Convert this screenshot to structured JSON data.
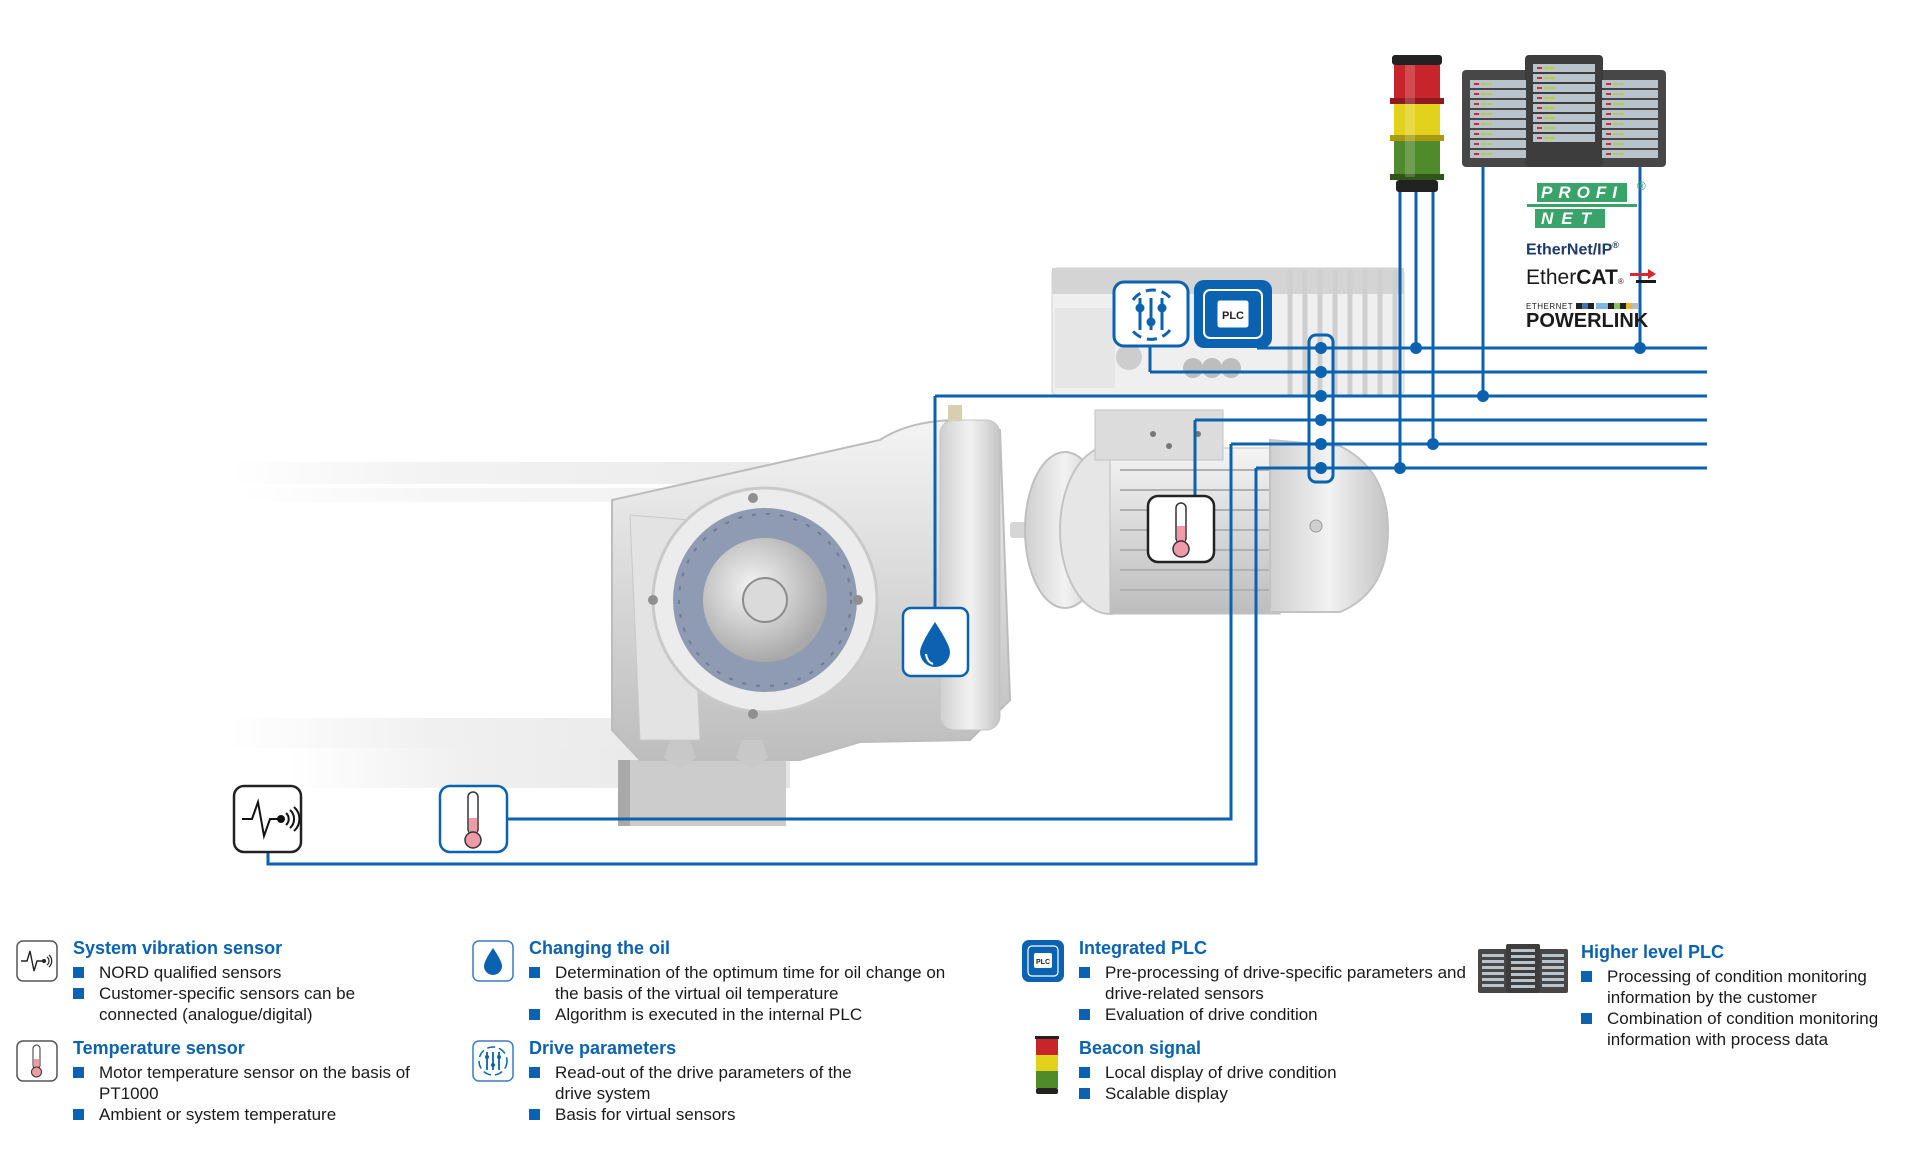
{
  "colors": {
    "accent": "#0a62b0",
    "line": "#0a62b0",
    "icon_border_dark": "#222222",
    "thermo_fill": "#f09aa5",
    "beacon_red": "#c8242b",
    "beacon_yellow": "#e2d21b",
    "beacon_green": "#4f8a2b",
    "server_body": "#4a4a4a",
    "profinet_green": "#3aa36a",
    "ethernetip_blue": "#1d3b6a"
  },
  "diagram": {
    "components": {
      "vibration_sensor": {
        "icon": "vibration-sensor-icon"
      },
      "temperature_sensor_external": {
        "icon": "thermometer-icon"
      },
      "oil_icon": {
        "icon": "oil-drop-icon"
      },
      "motor_temperature": {
        "icon": "thermometer-icon"
      },
      "drive_parameters": {
        "icon": "sliders-icon"
      },
      "integrated_plc": {
        "icon": "plc-chip-icon",
        "chip_label": "PLC"
      },
      "beacon": {
        "icon": "signal-tower-icon"
      },
      "higher_level_plc": {
        "icon": "server-rack-icon"
      }
    },
    "fieldbus_logos": {
      "profinet": {
        "top": "PROFI",
        "bottom": "NET",
        "reg": "®"
      },
      "ethernetip": {
        "text_a": "Ether",
        "text_b": "Net/IP",
        "reg": "®"
      },
      "ethercat": {
        "text_a": "Ether",
        "text_b": "CAT",
        "reg": "®"
      },
      "powerlink": {
        "small": "ETHERNET",
        "big": "POWERLINK"
      }
    },
    "bus_line_count": 6
  },
  "legend": {
    "vibration": {
      "title": "System vibration sensor",
      "items": [
        "NORD qualified sensors",
        "Customer-specific sensors can be connected (analogue/digital)"
      ]
    },
    "temperature": {
      "title": "Temperature sensor",
      "items": [
        "Motor temperature sensor on the basis of PT1000",
        "Ambient or system temperature"
      ]
    },
    "oil": {
      "title": "Changing the oil",
      "items": [
        "Determination of the optimum time for oil change on the basis of the virtual oil temperature",
        "Algorithm is executed in the internal PLC"
      ]
    },
    "drive_params": {
      "title": "Drive parameters",
      "items": [
        "Read-out of the drive parameters of the drive system",
        "Basis for virtual sensors"
      ]
    },
    "integrated_plc": {
      "title": "Integrated PLC",
      "items": [
        "Pre-processing of drive-specific parameters and drive-related sensors",
        "Evaluation of drive condition"
      ]
    },
    "beacon": {
      "title": "Beacon signal",
      "items": [
        "Local display of drive condition",
        "Scalable display"
      ]
    },
    "higher_plc": {
      "title": "Higher level PLC",
      "items": [
        "Processing of condition monitoring information by the customer",
        "Combination of condition monitoring information with process data"
      ]
    }
  }
}
